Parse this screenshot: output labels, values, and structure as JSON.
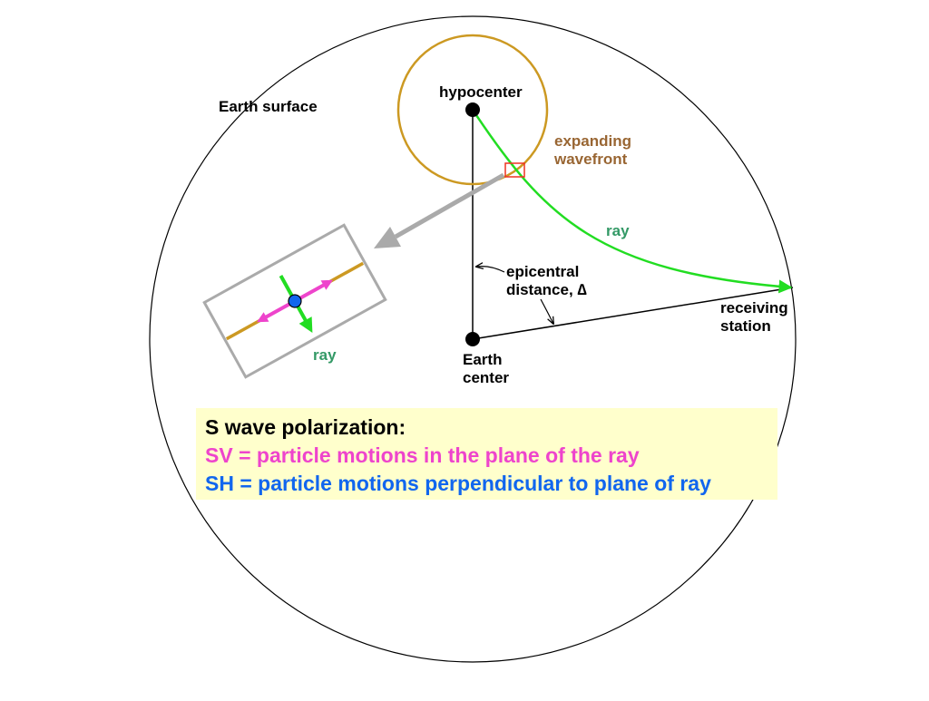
{
  "colors": {
    "ray": "#22dd22",
    "ray_label": "#339966",
    "wavefront": "#cc9922",
    "wavefront_label": "#996633",
    "sv": "#ee44cc",
    "sh": "#1166ee",
    "inset_frame": "#aaaaaa",
    "legend_bg": "#ffffcc",
    "marker_box": "#ee3322"
  },
  "labels": {
    "earth_surface": "Earth surface",
    "hypocenter": "hypocenter",
    "expanding_wavefront_1": "expanding",
    "expanding_wavefront_2": "wavefront",
    "ray": "ray",
    "epicentral_distance_1": "epicentral",
    "epicentral_distance_2": "distance, ∆",
    "receiving_station_1": "receiving",
    "receiving_station_2": "station",
    "earth_center_1": "Earth",
    "earth_center_2": "center",
    "inset_ray": "ray"
  },
  "legend": {
    "title": "S wave polarization:",
    "sv": "SV = particle motions in the plane of the ray",
    "sh": "SH = particle motions perpendicular to plane of ray"
  }
}
